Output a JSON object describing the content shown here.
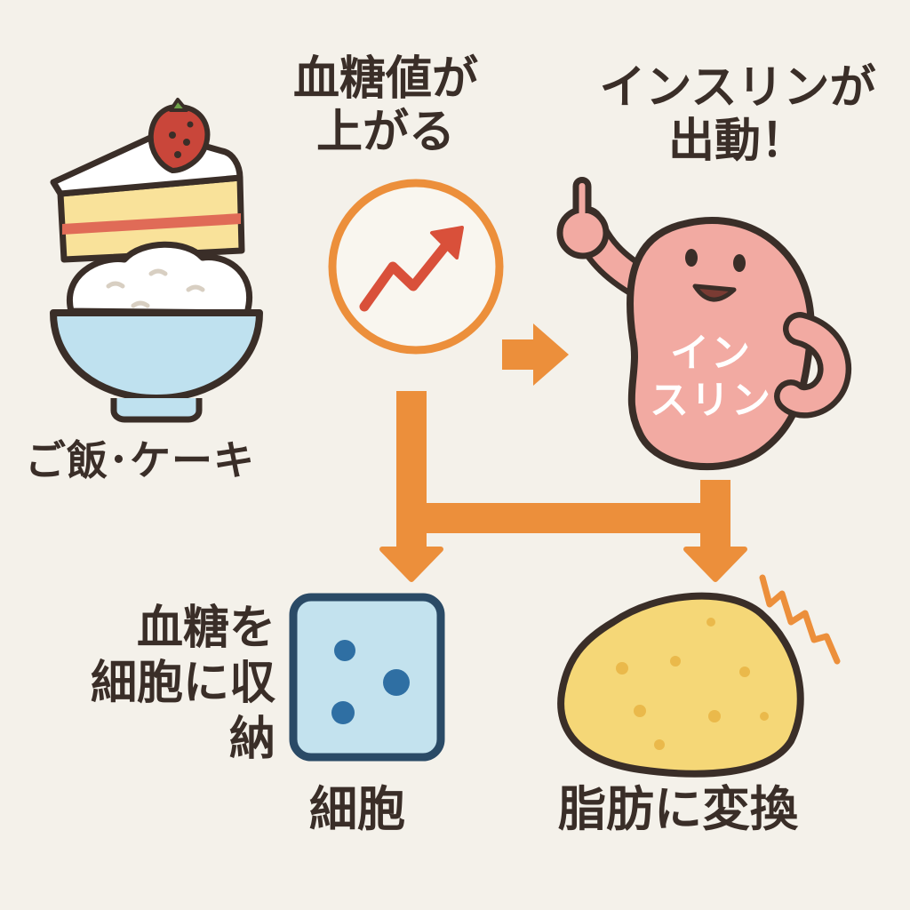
{
  "labels": {
    "food": "ご飯･ケーキ",
    "blood_sugar_rise": [
      "血糖値が",
      "上がる"
    ],
    "insulin_dispatch": [
      "インスリンが",
      "出動！"
    ],
    "insulin_body": [
      "イン",
      "スリン"
    ],
    "store_in_cells": [
      "血糖を",
      "細胞に収",
      "納"
    ],
    "cell": "細胞",
    "fat_conversion": "脂肪に変換"
  },
  "colors": {
    "background": "#f4f1ea",
    "outline": "#3a2e28",
    "arrow_orange": "#ec8f3b",
    "trend_red": "#d9503a",
    "insulin_pink": "#f2aaa2",
    "bowl_blue": "#bfe1ef",
    "cell_blue": "#c3e2ee",
    "cell_dot": "#2f6fa3",
    "fat_yellow": "#f5d777",
    "cake_sponge": "#f9e29a",
    "cake_stripe": "#e06b57",
    "strawberry": "#c9463a"
  },
  "icons": [
    "strawberry-shortcake-icon",
    "rice-bowl-icon",
    "rising-trend-icon",
    "insulin-character-icon",
    "cell-icon",
    "fat-blob-icon",
    "zigzag-alert-icon"
  ]
}
